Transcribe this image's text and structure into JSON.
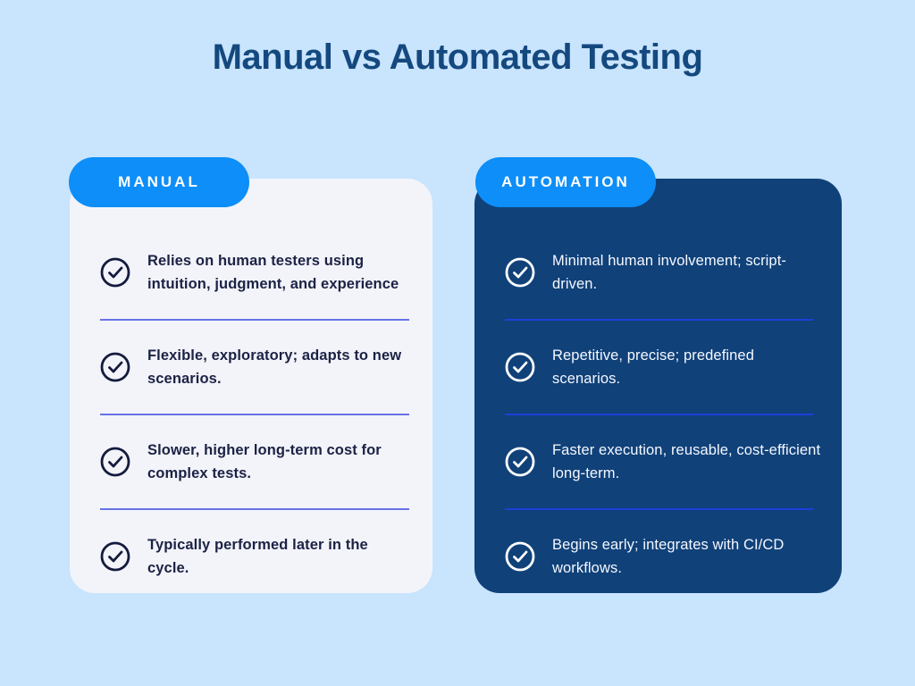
{
  "page": {
    "title": "Manual vs Automated Testing"
  },
  "colors": {
    "background": "#c9e4fd",
    "title_text": "#14497f",
    "badge_bg": "#0d8ef8",
    "badge_text": "#ffffff",
    "manual_card_bg": "#f3f4fa",
    "automation_card_bg": "#104179",
    "manual_text": "#1b2244",
    "automation_text": "#f5f8ff",
    "manual_divider": "#6673e6",
    "automation_divider": "#1e3fd8",
    "manual_check_icon": "#141b3d",
    "automation_check_icon": "#ffffff"
  },
  "cards": [
    {
      "badge": "MANUAL",
      "theme": "light",
      "items": [
        "Relies on human testers using intuition, judgment, and experience",
        "Flexible, exploratory; adapts to new scenarios.",
        "Slower, higher long-term cost for complex tests.",
        "Typically performed later in the cycle."
      ]
    },
    {
      "badge": "AUTOMATION",
      "theme": "dark",
      "items": [
        "Minimal human involvement; script-driven.",
        "Repetitive, precise; predefined scenarios.",
        "Faster execution, reusable, cost-efficient long-term.",
        "Begins early; integrates with CI/CD workflows."
      ]
    }
  ]
}
